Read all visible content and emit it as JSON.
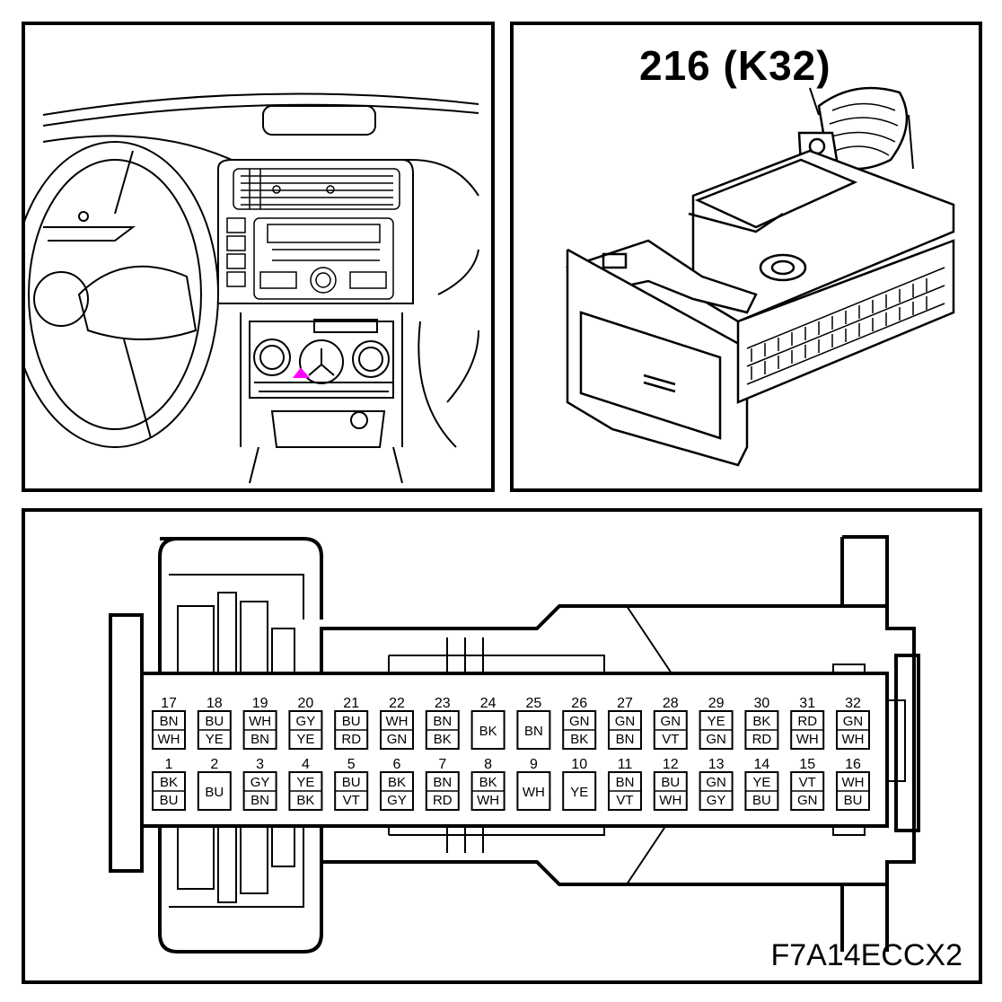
{
  "connector": {
    "title": "216 (K32)",
    "figure_code": "F7A14ECCX2"
  },
  "location_marker_color": "#ff00ff",
  "pins_top": [
    {
      "num": "17",
      "colors": [
        "BN",
        "WH"
      ]
    },
    {
      "num": "18",
      "colors": [
        "BU",
        "YE"
      ]
    },
    {
      "num": "19",
      "colors": [
        "WH",
        "BN"
      ]
    },
    {
      "num": "20",
      "colors": [
        "GY",
        "YE"
      ]
    },
    {
      "num": "21",
      "colors": [
        "BU",
        "RD"
      ]
    },
    {
      "num": "22",
      "colors": [
        "WH",
        "GN"
      ]
    },
    {
      "num": "23",
      "colors": [
        "BN",
        "BK"
      ]
    },
    {
      "num": "24",
      "colors": [
        "BK"
      ]
    },
    {
      "num": "25",
      "colors": [
        "BN"
      ]
    },
    {
      "num": "26",
      "colors": [
        "GN",
        "BK"
      ]
    },
    {
      "num": "27",
      "colors": [
        "GN",
        "BN"
      ]
    },
    {
      "num": "28",
      "colors": [
        "GN",
        "VT"
      ]
    },
    {
      "num": "29",
      "colors": [
        "YE",
        "GN"
      ]
    },
    {
      "num": "30",
      "colors": [
        "BK",
        "RD"
      ]
    },
    {
      "num": "31",
      "colors": [
        "RD",
        "WH"
      ]
    },
    {
      "num": "32",
      "colors": [
        "GN",
        "WH"
      ]
    }
  ],
  "pins_bottom": [
    {
      "num": "1",
      "colors": [
        "BK",
        "BU"
      ]
    },
    {
      "num": "2",
      "colors": [
        "BU"
      ]
    },
    {
      "num": "3",
      "colors": [
        "GY",
        "BN"
      ]
    },
    {
      "num": "4",
      "colors": [
        "YE",
        "BK"
      ]
    },
    {
      "num": "5",
      "colors": [
        "BU",
        "VT"
      ]
    },
    {
      "num": "6",
      "colors": [
        "BK",
        "GY"
      ]
    },
    {
      "num": "7",
      "colors": [
        "BN",
        "RD"
      ]
    },
    {
      "num": "8",
      "colors": [
        "BK",
        "WH"
      ]
    },
    {
      "num": "9",
      "colors": [
        "WH"
      ]
    },
    {
      "num": "10",
      "colors": [
        "YE"
      ]
    },
    {
      "num": "11",
      "colors": [
        "BN",
        "VT"
      ]
    },
    {
      "num": "12",
      "colors": [
        "BU",
        "WH"
      ]
    },
    {
      "num": "13",
      "colors": [
        "GN",
        "GY"
      ]
    },
    {
      "num": "14",
      "colors": [
        "YE",
        "BU"
      ]
    },
    {
      "num": "15",
      "colors": [
        "VT",
        "GN"
      ]
    },
    {
      "num": "16",
      "colors": [
        "WH",
        "BU"
      ]
    }
  ]
}
